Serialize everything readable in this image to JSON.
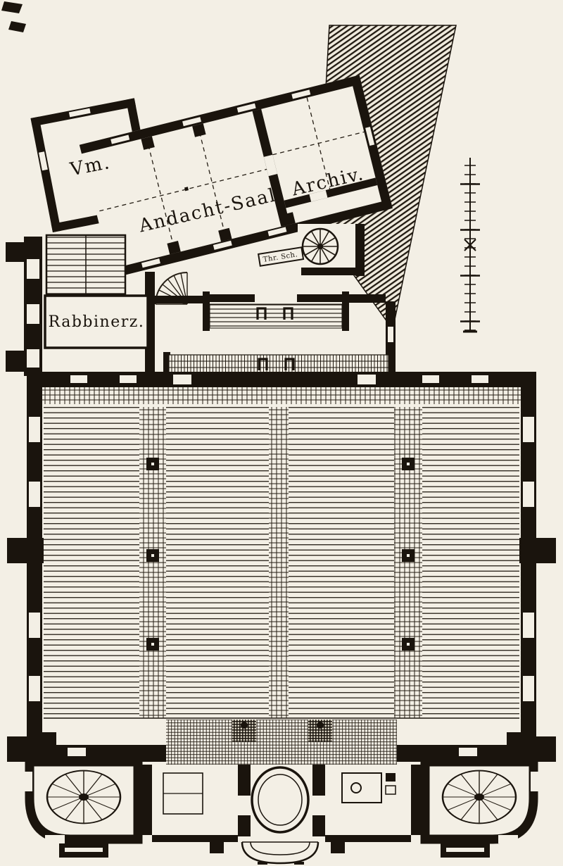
{
  "labels": {
    "vm": "Vm.",
    "andacht_saal": "Andacht-Saal.",
    "archiv": "Archiv.",
    "rabbinerz": "Rabbinerz.",
    "thr_sch": "Thr. Sch."
  },
  "colors": {
    "paper": "#f3efe5",
    "ink": "#1a140d"
  }
}
